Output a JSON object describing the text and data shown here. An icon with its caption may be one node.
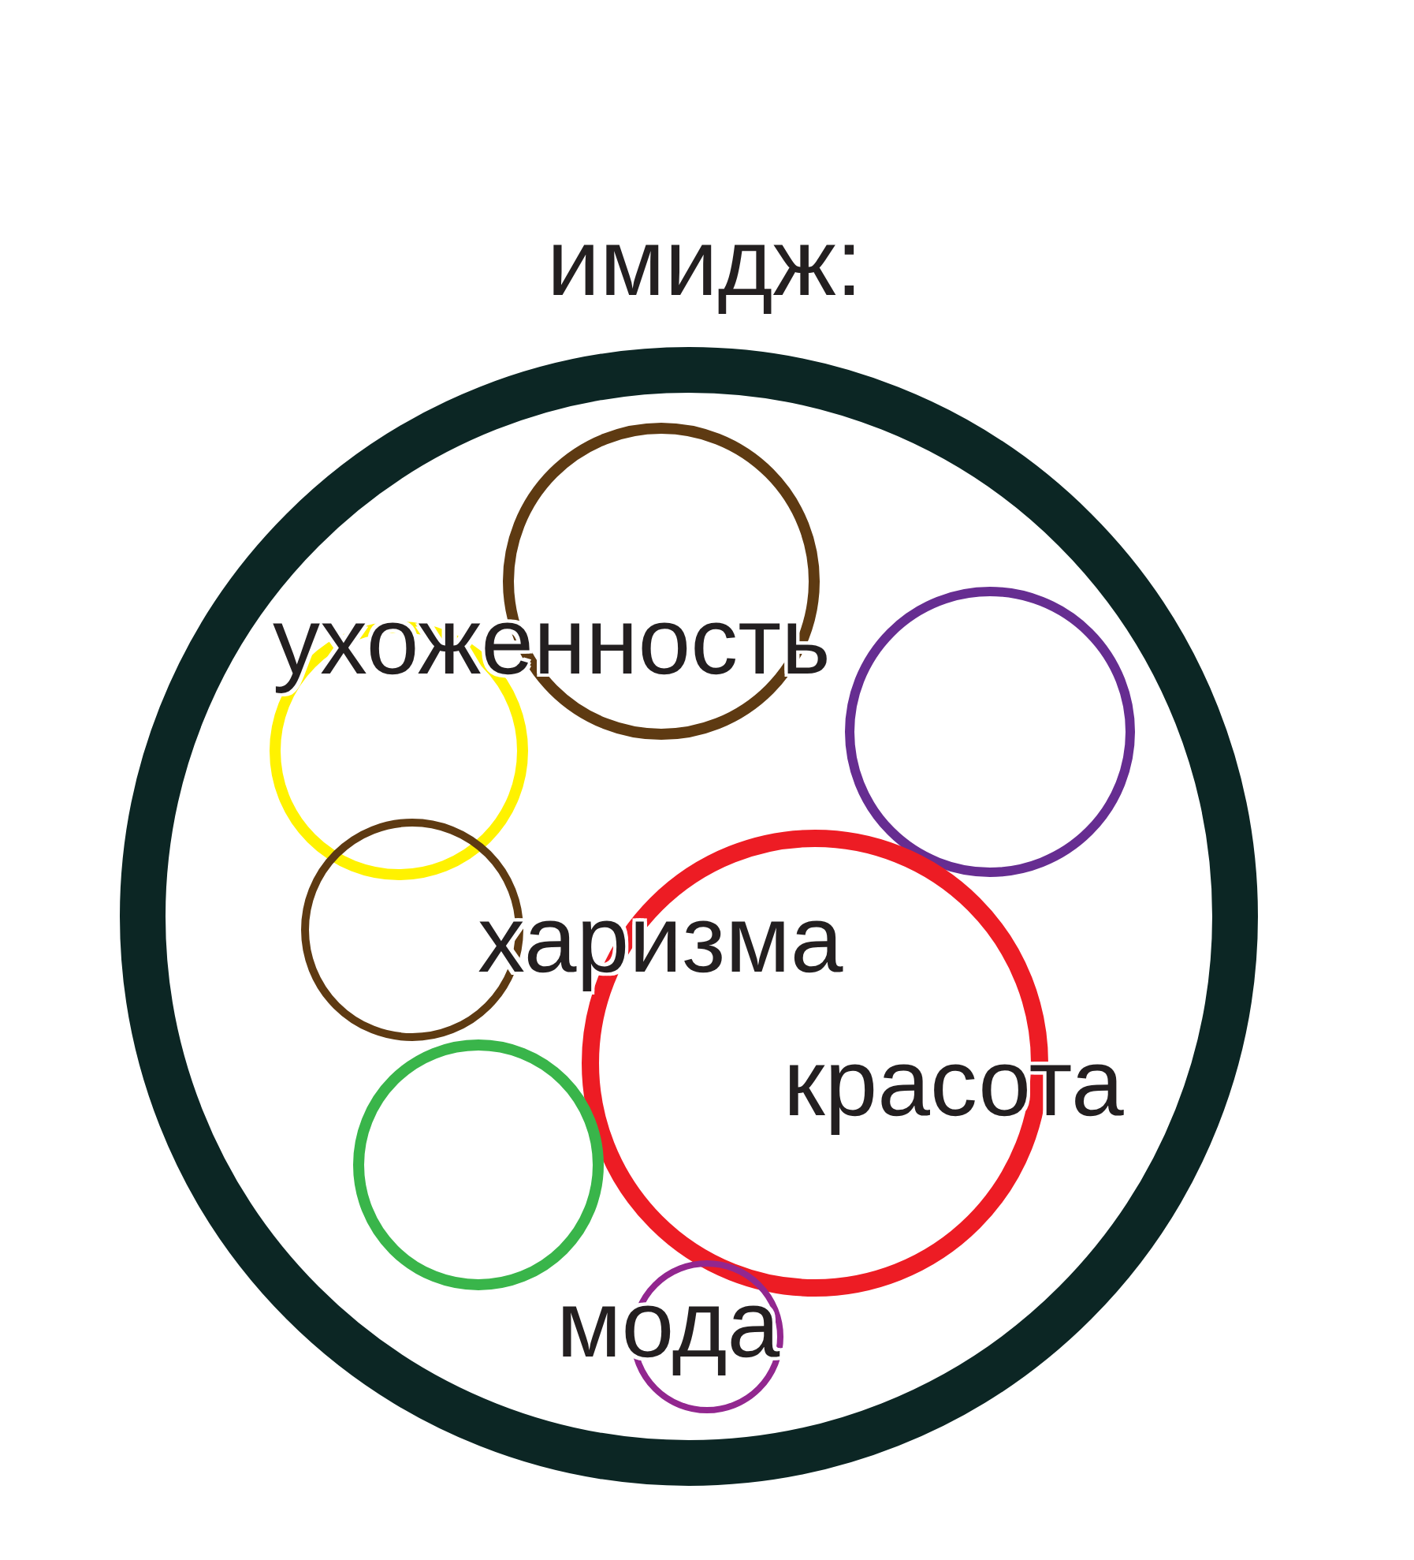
{
  "diagram": {
    "nodes": [
      {
        "text": [
          "имидж:"
        ]
      },
      {
        "text": [],
        "shape": "circle",
        "in": 0
      },
      {
        "text": [],
        "shape": "circle",
        "in": 0
      },
      {
        "text": [],
        "shape": "circle",
        "in": 0
      },
      {
        "text": [],
        "shape": "circle",
        "in": 0
      },
      {
        "text": [],
        "shape": "circle",
        "in": 0
      },
      {
        "text": [],
        "shape": "circle",
        "in": 0
      },
      {
        "text": [],
        "shape": "circle",
        "in": 0
      }
    ],
    "labels": [
      "ухоженность",
      "харизма",
      "красота",
      "мода"
    ]
  }
}
